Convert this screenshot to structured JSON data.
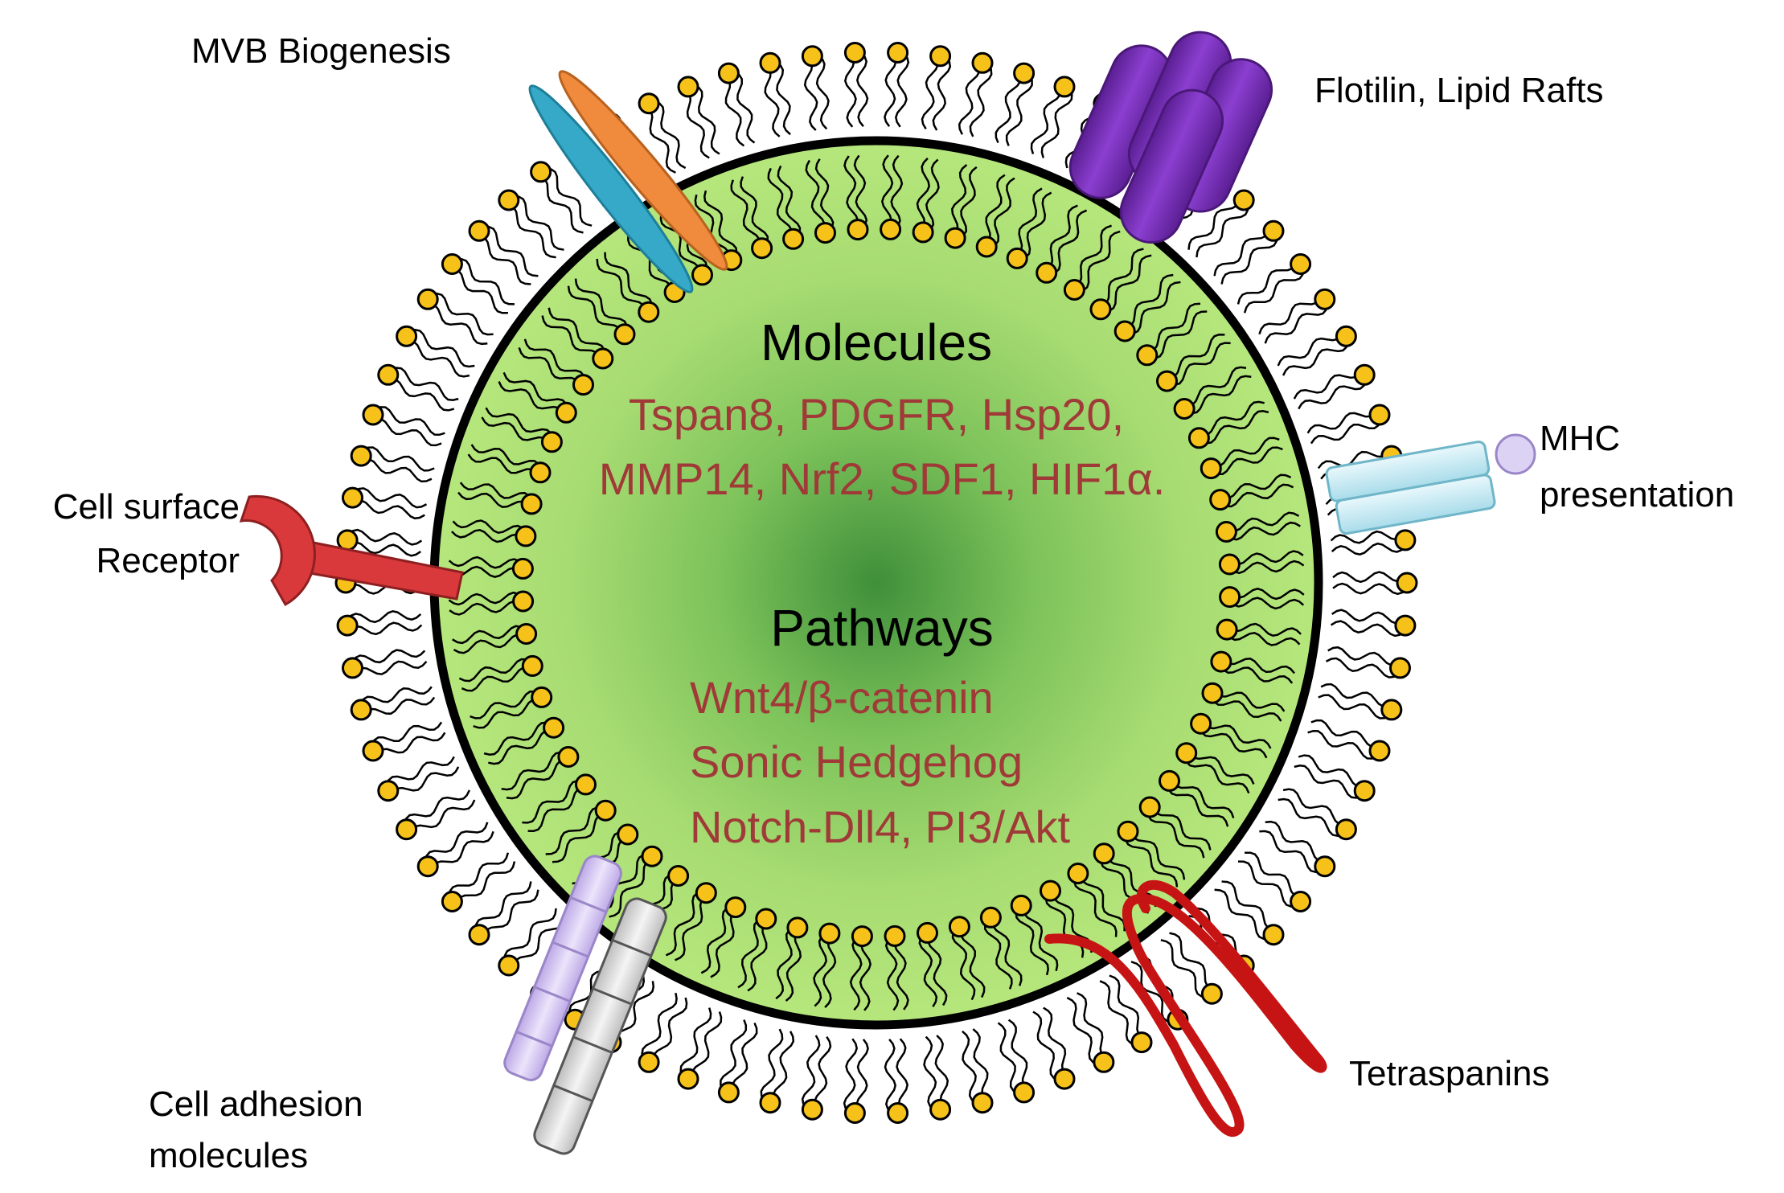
{
  "labels": {
    "mvb": "MVB Biogenesis",
    "flotilin": "Flotilin, Lipid Rafts",
    "cell_surface_1": "Cell surface",
    "cell_surface_2": "Receptor",
    "mhc_1": "MHC",
    "mhc_2": "presentation",
    "adhesion_1": "Cell adhesion",
    "adhesion_2": "molecules",
    "tetraspanins": "Tetraspanins"
  },
  "center": {
    "molecules_heading": "Molecules",
    "molecules_line1": "Tspan8, PDGFR, Hsp20,",
    "molecules_line2": "MMP14, Nrf2, SDF1, HIF1α.",
    "pathways_heading": "Pathways",
    "pathways_line1": "Wnt4/β-catenin",
    "pathways_line2": "Sonic Hedgehog",
    "pathways_line3": "Notch-Dll4, PI3/Akt"
  },
  "colors": {
    "text_accent": "#a03a38",
    "vesicle_fill_outer": "#b6e77c",
    "vesicle_fill_center": "#3f8f3a",
    "lipid_head": "#f6c21a",
    "flotilin": "#7b2fb8",
    "receptor": "#d9393a",
    "mhc": "#c9ecf4",
    "tetraspanin": "#c61414",
    "mvb_orange": "#f08a3c",
    "mvb_blue": "#35a9c7",
    "adhesion_lilac": "#d7c9f0",
    "adhesion_grey": "#e6e6e6"
  }
}
